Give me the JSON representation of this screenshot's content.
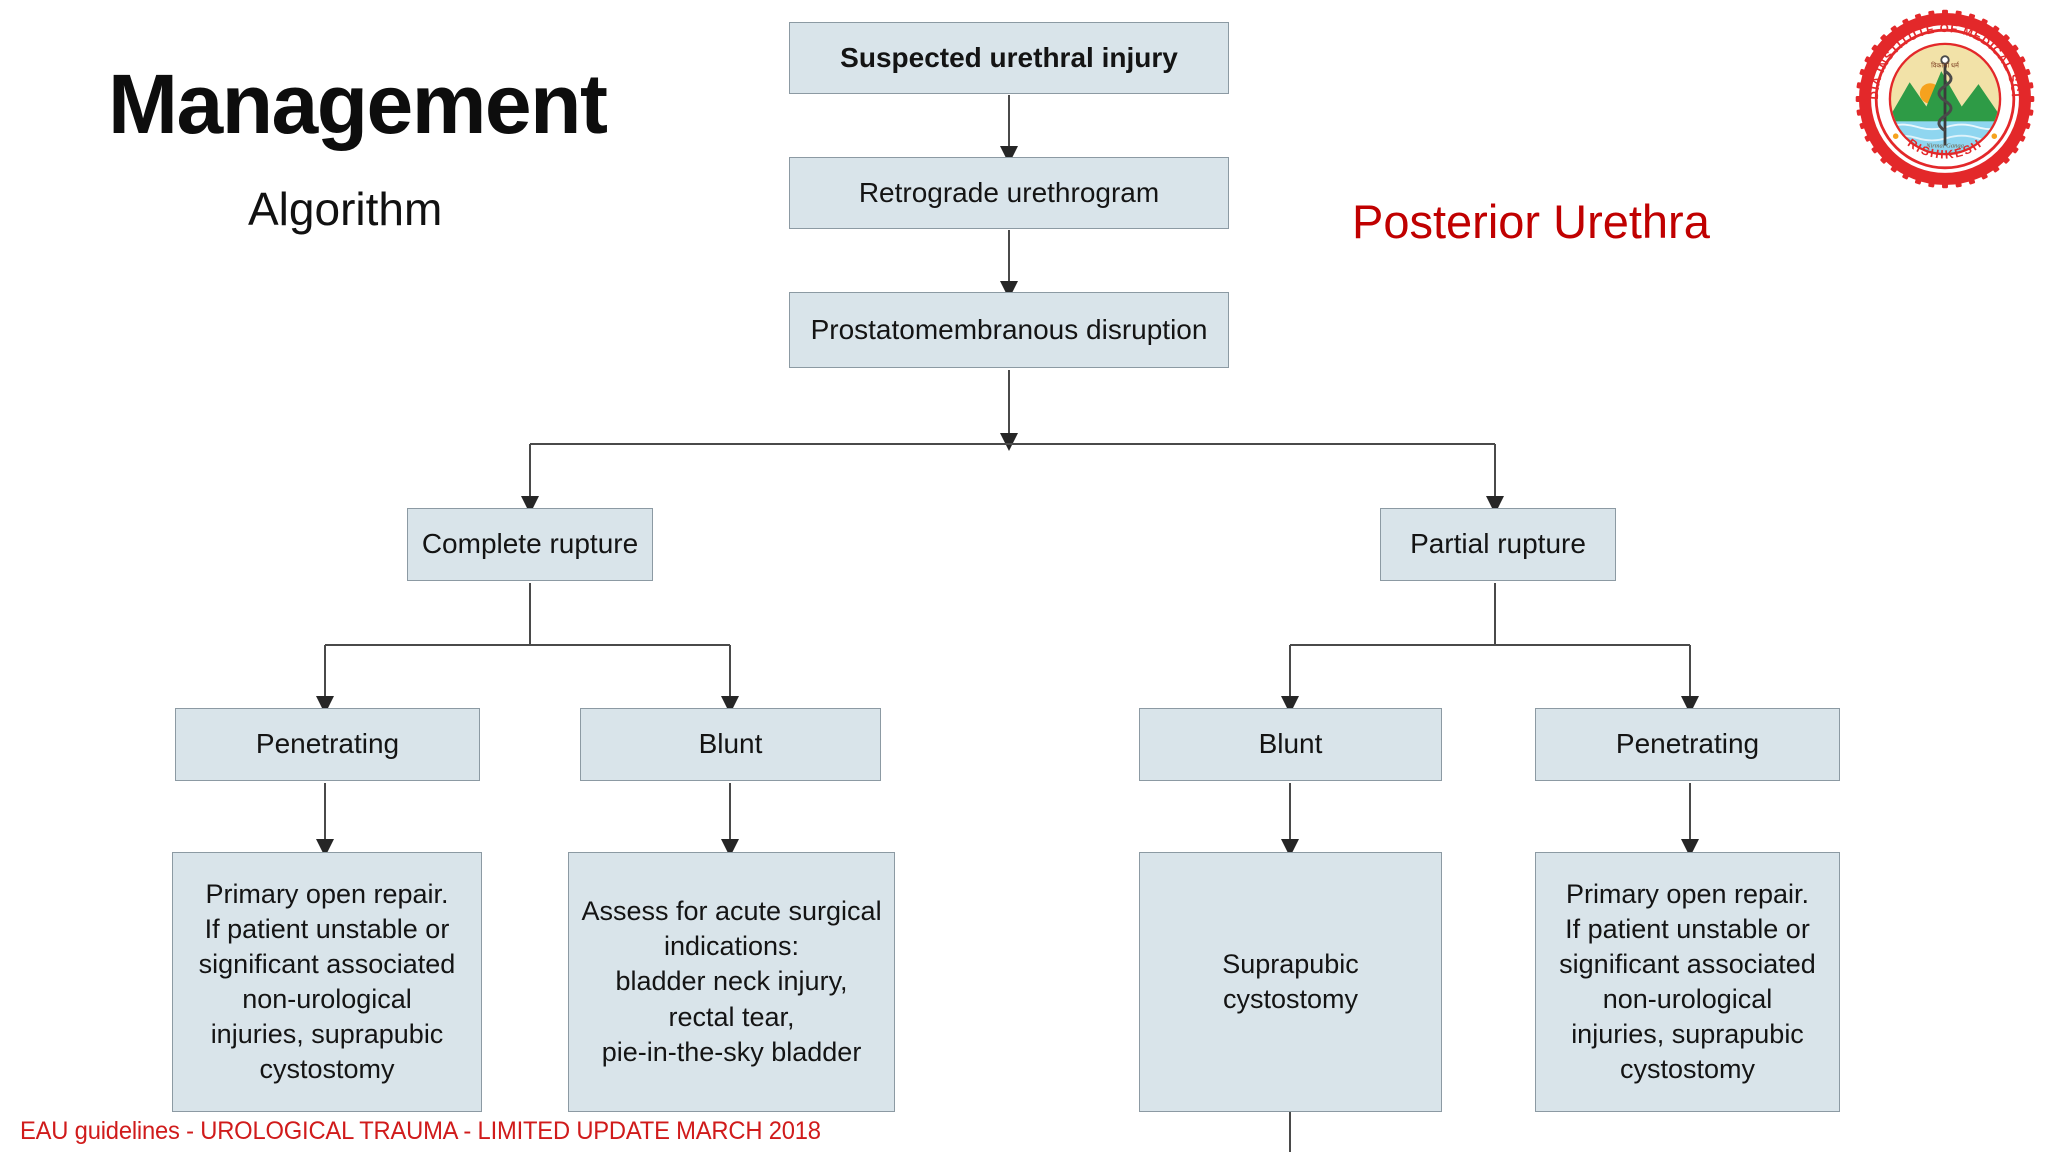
{
  "slide": {
    "title": "Management",
    "subtitle": "Algorithm",
    "region_label": "Posterior Urethra",
    "citation": "EAU guidelines - UROLOGICAL TRAUMA - LIMITED UPDATE MARCH 2018"
  },
  "logo": {
    "name": "aiims-rishikesh-logo",
    "outer_text_top": "ALL INDIA INSTITUTE OF MEDICAL SCIENCES",
    "outer_text_bottom": "RISHIKESH",
    "inner_text": "Nirmal Ganga",
    "devanagari": "विकासो यु धर्म",
    "colors": {
      "ring": "#E3282A",
      "mountain": "#2E9B46",
      "water": "#63C7E8",
      "sky": "#F2E2A8",
      "sun": "#F6A21E"
    }
  },
  "theme": {
    "node_fill": "#D9E4EA",
    "node_border": "#8C9AA3",
    "connector": "#3a3a3a",
    "accent_red": "#C00000",
    "citation_red": "#D01B1B"
  },
  "chart_data": {
    "type": "flowchart",
    "title": "Management Algorithm - Posterior Urethra",
    "nodes": [
      {
        "id": "n1",
        "label": "Suspected urethral injury",
        "level": 0,
        "bold": true
      },
      {
        "id": "n2",
        "label": "Retrograde urethrogram",
        "level": 1,
        "bold": false
      },
      {
        "id": "n3",
        "label": "Prostatomembranous disruption",
        "level": 2,
        "bold": false
      },
      {
        "id": "n4",
        "label": "Complete rupture",
        "level": 3,
        "bold": false
      },
      {
        "id": "n5",
        "label": "Partial rupture",
        "level": 3,
        "bold": false
      },
      {
        "id": "n6",
        "label": "Penetrating",
        "level": 4,
        "bold": false
      },
      {
        "id": "n7",
        "label": "Blunt",
        "level": 4,
        "bold": false
      },
      {
        "id": "n8",
        "label": "Blunt",
        "level": 4,
        "bold": false
      },
      {
        "id": "n9",
        "label": "Penetrating",
        "level": 4,
        "bold": false
      },
      {
        "id": "n10",
        "label": "Primary open repair.\nIf patient unstable or\nsignificant associated\nnon-urological\ninjuries, suprapubic\ncystostomy",
        "level": 5,
        "bold": false
      },
      {
        "id": "n11",
        "label": "Assess for acute surgical\nindications:\nbladder neck injury,\nrectal tear,\npie-in-the-sky bladder",
        "level": 5,
        "bold": false
      },
      {
        "id": "n12",
        "label": "Suprapubic\ncystostomy",
        "level": 5,
        "bold": false
      },
      {
        "id": "n13",
        "label": "Primary open repair.\nIf patient unstable or\nsignificant associated\nnon-urological\ninjuries, suprapubic\ncystostomy",
        "level": 5,
        "bold": false
      }
    ],
    "edges": [
      {
        "from": "n1",
        "to": "n2"
      },
      {
        "from": "n2",
        "to": "n3"
      },
      {
        "from": "n3",
        "to": "n4"
      },
      {
        "from": "n3",
        "to": "n5"
      },
      {
        "from": "n4",
        "to": "n6"
      },
      {
        "from": "n4",
        "to": "n7"
      },
      {
        "from": "n5",
        "to": "n8"
      },
      {
        "from": "n5",
        "to": "n9"
      },
      {
        "from": "n6",
        "to": "n10"
      },
      {
        "from": "n7",
        "to": "n11"
      },
      {
        "from": "n8",
        "to": "n12"
      },
      {
        "from": "n9",
        "to": "n13"
      }
    ]
  }
}
